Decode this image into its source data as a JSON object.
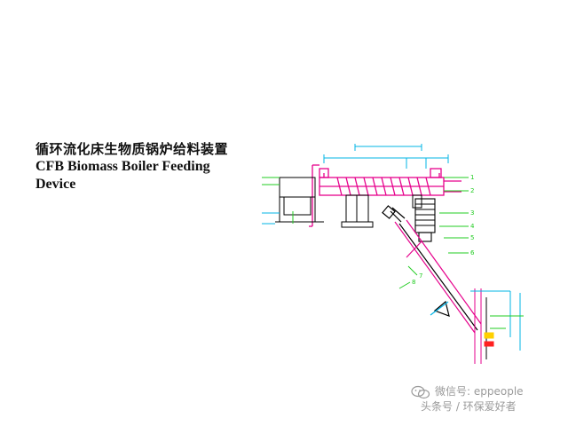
{
  "caption": {
    "title_zh": "循环流化床生物质锅炉给料装置",
    "title_en": "CFB Biomass Boiler Feeding Device"
  },
  "drawing": {
    "colors": {
      "magenta": "#e6008c",
      "cyan": "#00b4e6",
      "green": "#22cc22",
      "black": "#000000",
      "yellow": "#ffd000",
      "red": "#ff2020"
    },
    "labels": [
      "1",
      "2",
      "3",
      "4",
      "5",
      "6",
      "7",
      "8"
    ]
  },
  "watermark": {
    "line1": "微信号: eppeople",
    "line2": "头条号 / 环保爱好者",
    "icon": "wechat-icon"
  }
}
